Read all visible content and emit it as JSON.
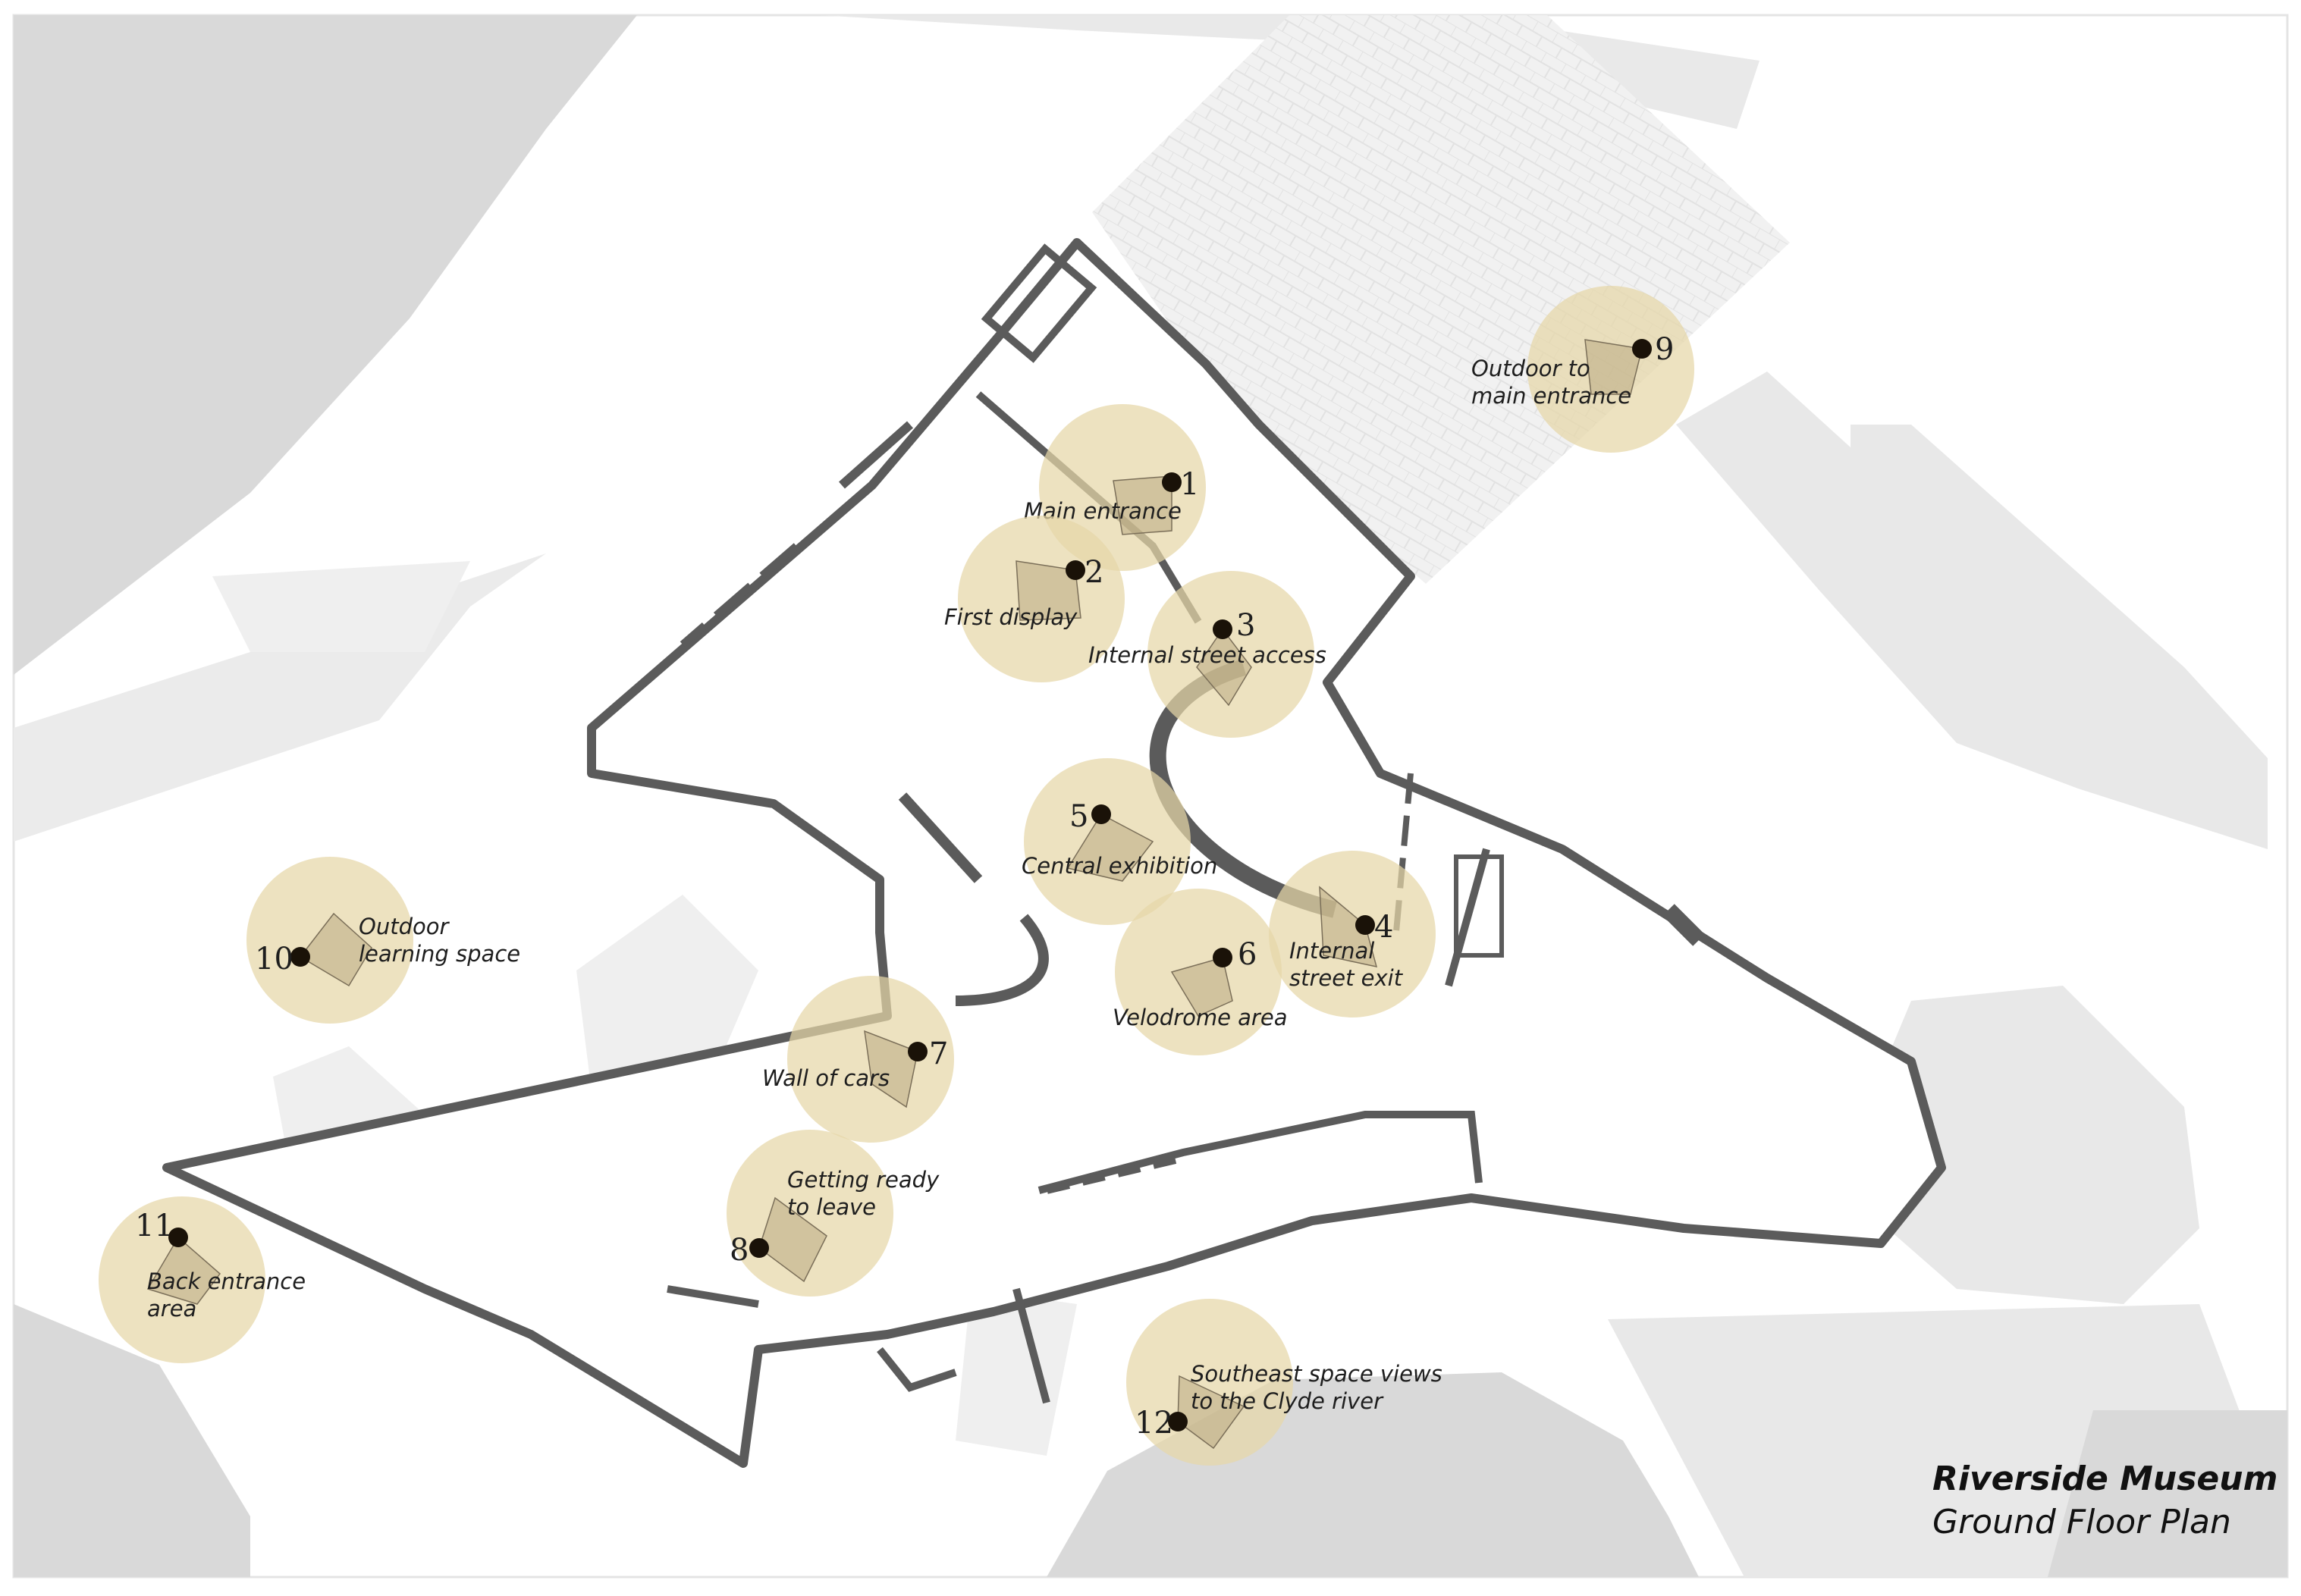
{
  "title": {
    "name": "Riverside Museum",
    "subtitle": "Ground Floor Plan"
  },
  "colors": {
    "viewpoint_circle": "#e6d7a8",
    "site_grey_light": "#e8e8e8",
    "site_grey_dark": "#d4d4d4",
    "wall": "#5b5b5b",
    "marker": "#1a1208"
  },
  "viewpoints": [
    {
      "number": "1",
      "label_lines": [
        "Main entrance"
      ]
    },
    {
      "number": "2",
      "label_lines": [
        "First display"
      ]
    },
    {
      "number": "3",
      "label_lines": [
        "Internal street access"
      ]
    },
    {
      "number": "4",
      "label_lines": [
        "Internal",
        "street exit"
      ]
    },
    {
      "number": "5",
      "label_lines": [
        "Central exhibition"
      ]
    },
    {
      "number": "6",
      "label_lines": [
        "Velodrome area"
      ]
    },
    {
      "number": "7",
      "label_lines": [
        "Wall of cars"
      ]
    },
    {
      "number": "8",
      "label_lines": [
        "Getting ready",
        "to leave"
      ]
    },
    {
      "number": "9",
      "label_lines": [
        "Outdoor to",
        "main entrance"
      ]
    },
    {
      "number": "10",
      "label_lines": [
        "Outdoor",
        "learning space"
      ]
    },
    {
      "number": "11",
      "label_lines": [
        "Back entrance",
        "area"
      ]
    },
    {
      "number": "12",
      "label_lines": [
        "Southeast space views",
        "to the Clyde river"
      ]
    }
  ]
}
